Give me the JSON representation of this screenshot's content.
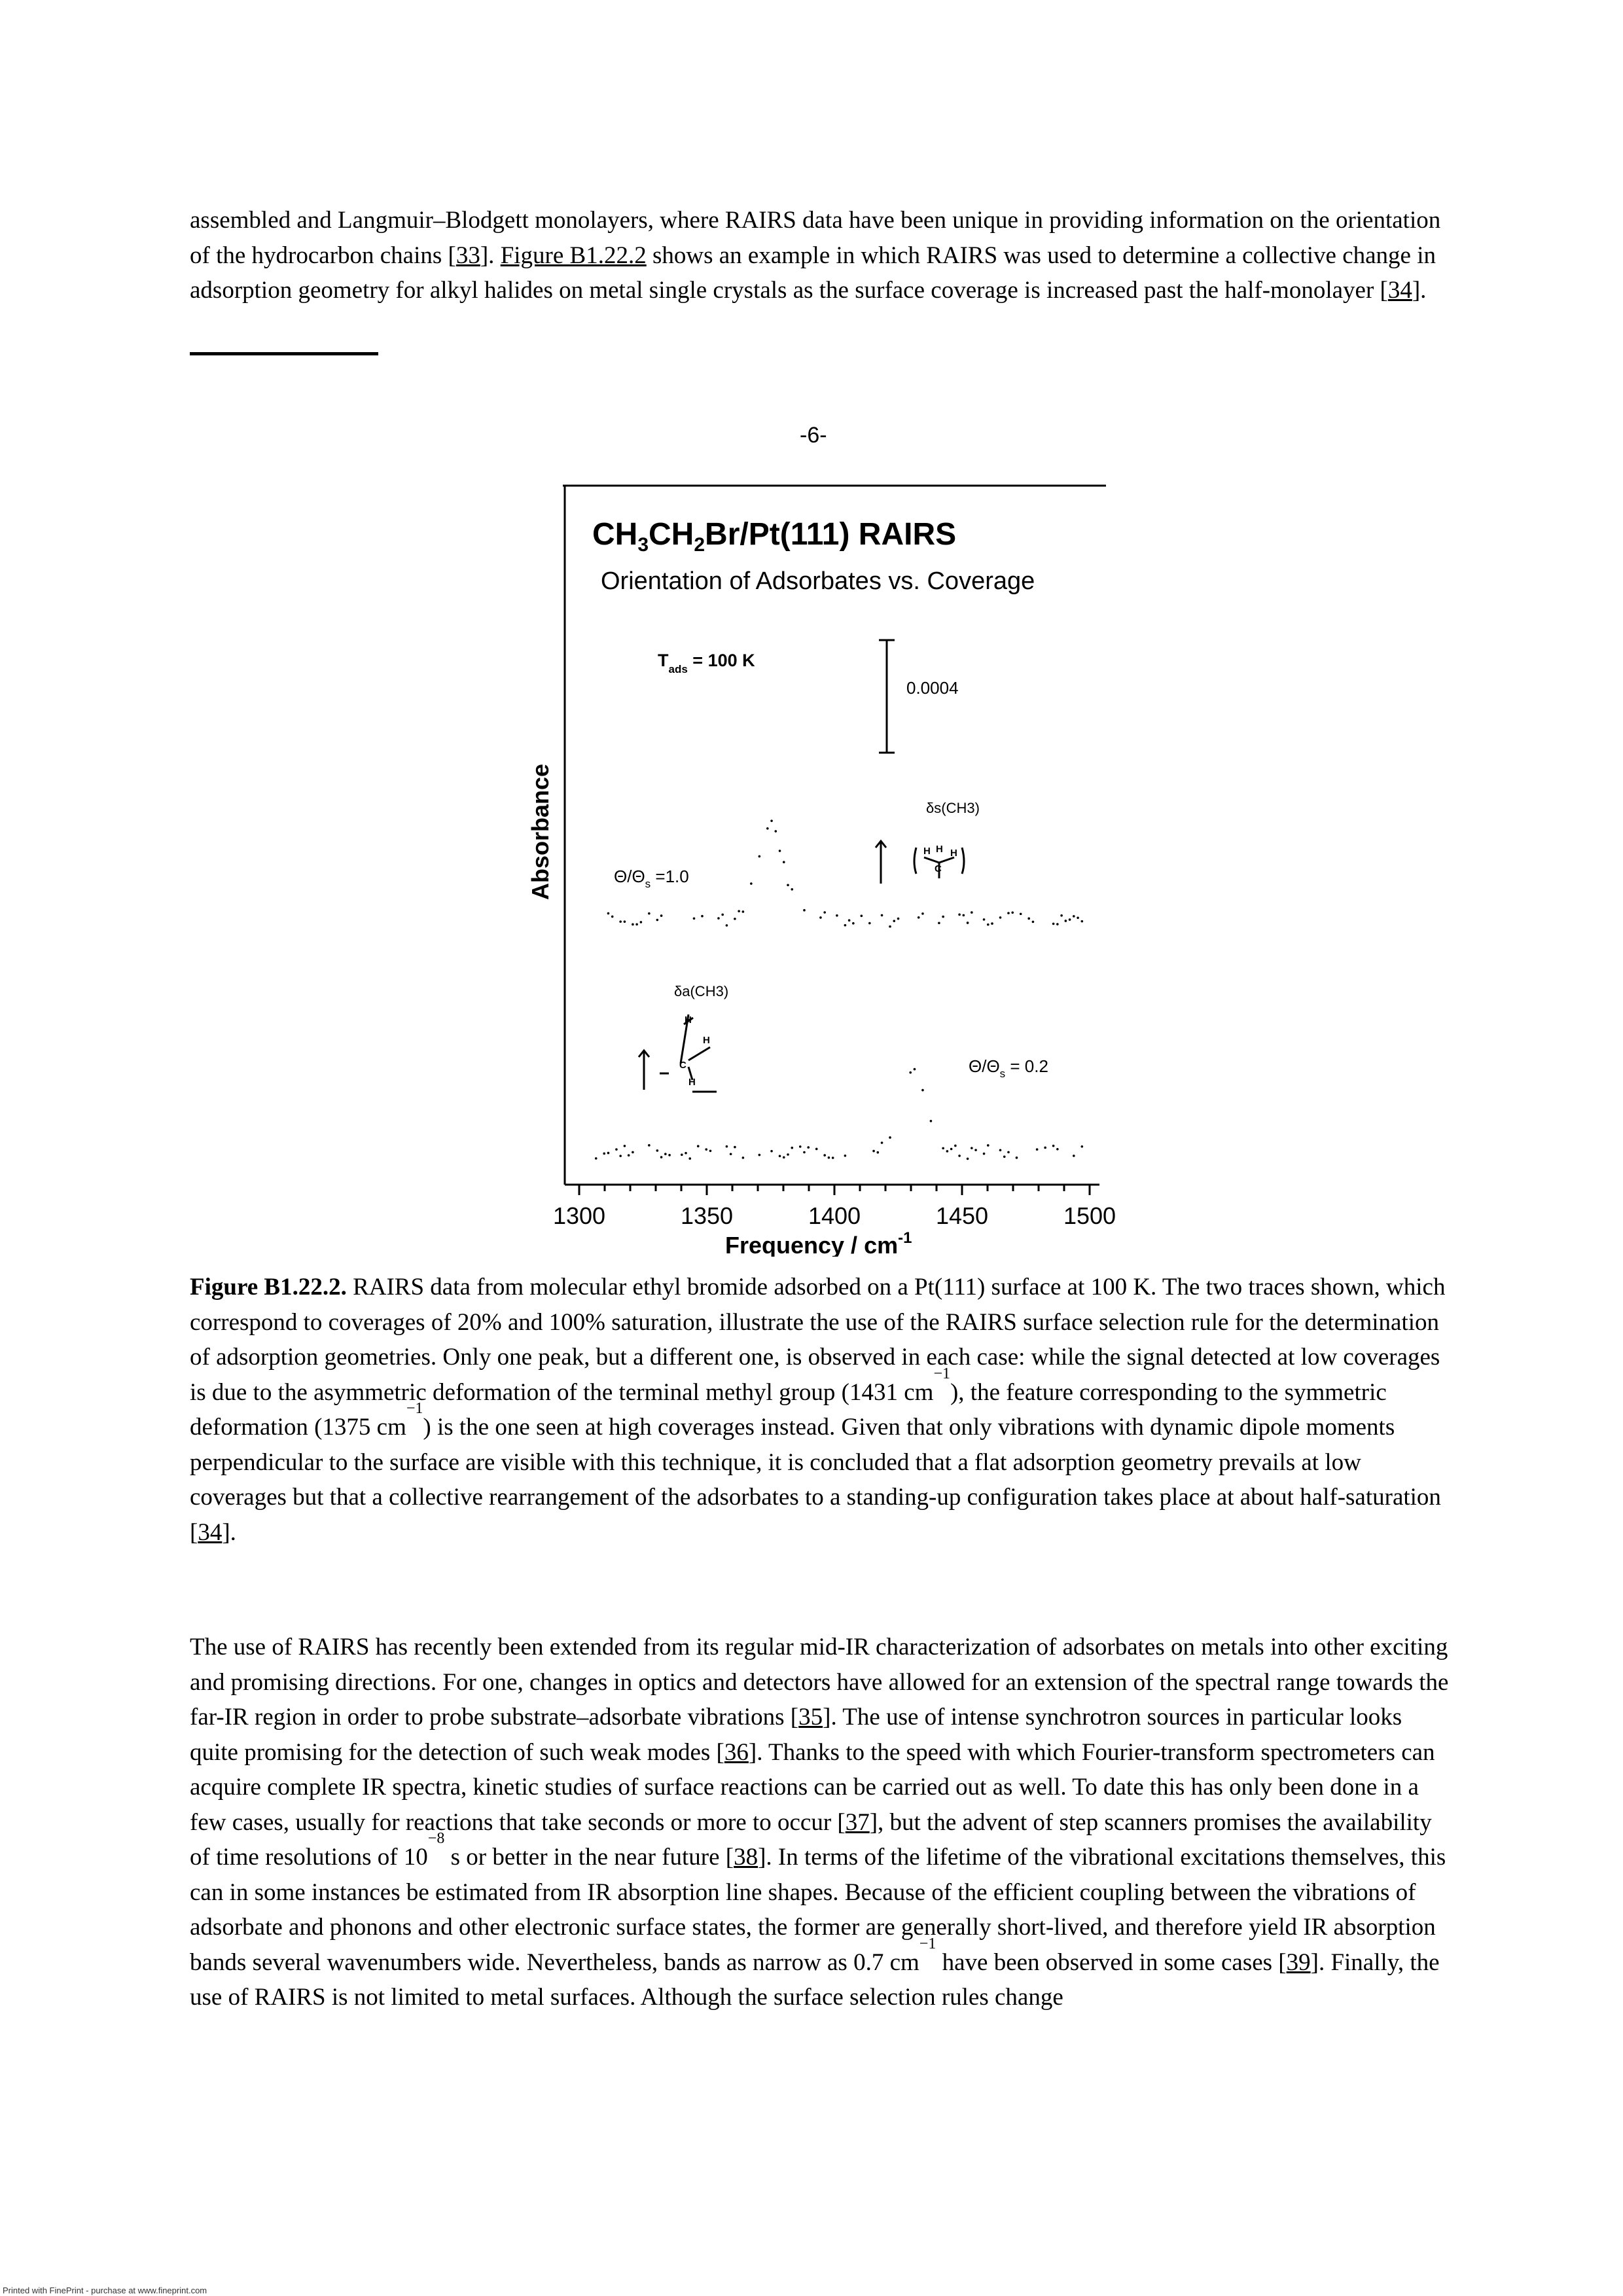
{
  "para1": {
    "t1": "assembled and Langmuir–Blodgett monolayers, where RAIRS data have been unique in providing information on the orientation of the hydrocarbon chains [",
    "ref33": "33",
    "t2": "]. ",
    "fig_link": "Figure B1.22.2",
    "t3": " shows an example in which RAIRS was used to determine a collective change in adsorption geometry for alkyl halides on metal single crystals as the surface coverage is increased past the half-monolayer [",
    "ref34": "34",
    "t4": "]."
  },
  "page_number": "-6-",
  "figure": {
    "title_a": "CH",
    "title_sub1": "3",
    "title_b": "CH",
    "title_sub2": "2",
    "title_c": "Br/Pt(111) RAIRS",
    "subtitle": "Orientation of Adsorbates vs. Coverage",
    "tads_label": "T",
    "tads_sub": "ads",
    "tads_value": " = 100 K",
    "scale_label": "0.0004",
    "ylabel": "Absorbance",
    "xlabel": "Frequency / cm",
    "xlabel_sup": "-1",
    "trace_high_label": "Θ/Θ",
    "trace_high_sub": "s",
    "trace_high_value": " =1.0",
    "trace_low_label": "Θ/Θ",
    "trace_low_sub": "s",
    "trace_low_value": " = 0.2",
    "mode_sym": "δs(CH3)",
    "mode_asym": "δa(CH3)",
    "xticks": [
      "1300",
      "1350",
      "1400",
      "1450",
      "1500"
    ]
  },
  "chart_data": {
    "type": "line",
    "title": "CH3CH2Br/Pt(111) RAIRS",
    "subtitle": "Orientation of Adsorbates vs. Coverage",
    "xlabel": "Frequency / cm-1",
    "ylabel": "Absorbance",
    "xlim": [
      1300,
      1500
    ],
    "x_ticks": [
      1300,
      1350,
      1400,
      1450,
      1500
    ],
    "scale_bar": 0.0004,
    "series": [
      {
        "name": "Θ/Θs =1.0",
        "peak_x": 1375
      },
      {
        "name": "Θ/Θs = 0.2",
        "peak_x": 1431
      }
    ]
  },
  "caption": {
    "label": "Figure B1.22.2.",
    "t1": " RAIRS data from molecular ethyl bromide adsorbed on a Pt(111) surface at 100 K. The two traces shown, which correspond to coverages of 20% and 100% saturation, illustrate the use of the RAIRS surface selection rule for the determination of adsorption geometries. Only one peak, but a different one, is observed in each case: while the signal detected at low coverages is due to the asymmetric deformation of the terminal methyl group (1431 cm",
    "sup1": "−1",
    "t2": "), the feature corresponding to the symmetric deformation (1375 cm",
    "sup2": "−1",
    "t3": ") is the one seen at high coverages instead. Given that only vibrations with dynamic dipole moments perpendicular to the surface are visible with this technique, it is concluded that a flat adsorption geometry prevails at low coverages but that a collective rearrangement of the adsorbates to a standing-up configuration takes place at about half-saturation [",
    "ref34": "34",
    "t4": "]."
  },
  "para2": {
    "t1": "The use of RAIRS has recently been extended from its regular mid-IR characterization of adsorbates on metals into other exciting and promising directions. For one, changes in optics and detectors have allowed for an extension of the spectral range towards the far-IR region in order to probe substrate–adsorbate vibrations [",
    "ref35": "35",
    "t2": "]. The use of intense synchrotron sources in particular looks quite promising for the detection of such weak modes [",
    "ref36": "36",
    "t3": "]. Thanks to the speed with which Fourier-transform spectrometers can acquire complete IR spectra, kinetic studies of surface reactions can be carried out as well. To date this has only been done in a few cases, usually for reactions that take seconds or more to occur [",
    "ref37": "37",
    "t4": "], but the advent of step scanners promises the availability of time resolutions of 10",
    "sup1": "−8",
    "t5": " s or better in the near future [",
    "ref38": "38",
    "t6": "]. In terms of the lifetime of the vibrational excitations themselves, this can in some instances be estimated from IR absorption line shapes. Because of the efficient coupling between the vibrations of adsorbate and phonons and other electronic surface states, the former are generally short-lived, and therefore yield IR absorption bands several wavenumbers wide. Nevertheless, bands as narrow as 0.7 cm",
    "sup2": "−1",
    "t7": " have been observed in some cases [",
    "ref39": "39",
    "t8": "]. Finally, the use of RAIRS is not limited to metal surfaces. Although the surface selection rules change"
  },
  "footer": "Printed with FinePrint - purchase at www.fineprint.com"
}
